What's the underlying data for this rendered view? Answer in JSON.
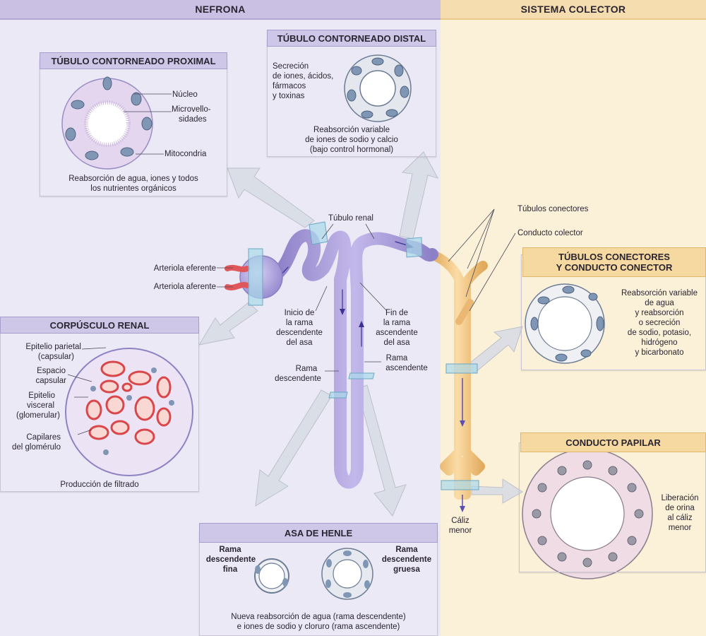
{
  "headers": {
    "nephron": "NEFRONA",
    "collecting": "SISTEMA COLECTOR"
  },
  "proximal": {
    "title": "TÚBULO CONTORNEADO PROXIMAL",
    "labels": [
      "Núcleo",
      "Microvello-",
      "sidades",
      "Mitocondria"
    ],
    "caption": [
      "Reabsorción de agua, iones y todos",
      "los nutrientes orgánicos"
    ]
  },
  "distal": {
    "title": "TÚBULO CONTORNEADO DISTAL",
    "text": [
      "Secreción",
      "de iones, ácidos,",
      "fármacos",
      "y toxinas"
    ],
    "caption": [
      "Reabsorción variable",
      "de iones de sodio y calcio",
      "(bajo control hormonal)"
    ]
  },
  "corpuscle": {
    "title": "CORPÚSCULO RENAL",
    "labels": [
      "Epitelio parietal",
      "(capsular)",
      "Espacio",
      "capsular",
      "Epitelio",
      "visceral",
      "(glomerular)",
      "Capilares",
      "del glomérulo"
    ],
    "caption": "Producción de filtrado"
  },
  "henle": {
    "title": "ASA DE HENLE",
    "thin": [
      "Rama",
      "descendente",
      "fina"
    ],
    "thick": [
      "Rama",
      "descendente",
      "gruesa"
    ],
    "caption": [
      "Nueva reabsorción de agua (rama descendente)",
      "e iones de sodio y cloruro (rama ascendente)"
    ]
  },
  "connectors": {
    "title": [
      "TÚBULOS CONECTORES",
      "Y CONDUCTO CONECTOR"
    ],
    "text": [
      "Reabsorción variable",
      "de agua",
      "y reabsorción",
      "o secreción",
      "de sodio, potasio,",
      "hidrógeno",
      "y bicarbonato"
    ]
  },
  "papillary": {
    "title": "CONDUCTO PAPILAR",
    "text": [
      "Liberación",
      "de orina",
      "al cáliz",
      "menor"
    ]
  },
  "diagram": {
    "tubulo_renal": "Túbulo renal",
    "efferent": "Arteriola eferente",
    "afferent": "Arteriola aferente",
    "start_desc": [
      "Inicio de",
      "la rama",
      "descendente",
      "del asa"
    ],
    "end_asc": [
      "Fin de",
      "la rama",
      "ascendente",
      "del asa"
    ],
    "asc_limb": [
      "Rama",
      "ascendente"
    ],
    "desc_limb": [
      "Rama",
      "descendente"
    ],
    "connecting_tubules": "Túbulos conectores",
    "collecting_duct": "Conducto colector",
    "calyx": [
      "Cáliz",
      "menor"
    ]
  },
  "colors": {
    "nephron_bg": "#ece9f6",
    "collecting_bg": "#fbf1d9",
    "tubule": "#a99bd8",
    "duct": "#f2c98a",
    "arteriole": "#e0575a"
  }
}
